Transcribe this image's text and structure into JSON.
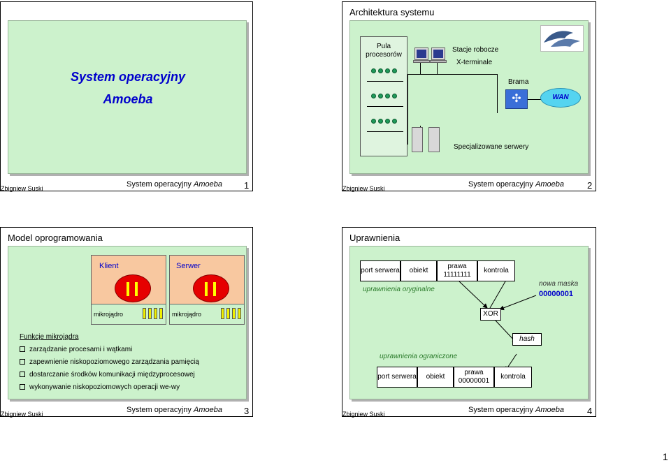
{
  "page_number": "1",
  "footer": {
    "author": "Zbigniew Suski",
    "title_prefix": "System operacyjny",
    "title_emph": "Amoeba"
  },
  "slide1": {
    "title_line1": "System operacyjny",
    "title_line2": "Amoeba",
    "number": "1"
  },
  "slide2": {
    "title": "Architektura systemu",
    "pool_label": "Pula procesorów",
    "workstations": "Stacje robocze",
    "xterminals": "X-terminale",
    "gateway": "Brama",
    "wan": "WAN",
    "servers": "Specjalizowane serwery",
    "number": "2"
  },
  "slide3": {
    "title": "Model oprogramowania",
    "client": "Klient",
    "server": "Serwer",
    "microkernel_left": "mikrojądro",
    "microkernel_right": "mikrojądro",
    "functions_heading": "Funkcje mikrojądra",
    "functions": [
      "zarządzanie procesami i wątkami",
      "zapewnienie niskopoziomowego zarządzania pamięcią",
      "dostarczanie środków komunikacji międzyprocesowej",
      "wykonywanie niskopoziomowych operacji we-wy"
    ],
    "number": "3"
  },
  "slide4": {
    "title": "Uprawnienia",
    "top_row": {
      "port": "port serwera",
      "object": "obiekt",
      "rights_label": "prawa",
      "rights_value": "11111111",
      "check": "kontrola"
    },
    "original_label": "uprawnienia oryginalne",
    "mask_label": "nowa maska",
    "mask_value": "00000001",
    "xor": "XOR",
    "hash": "hash",
    "restricted_label": "uprawnienia ograniczone",
    "bottom_row": {
      "port": "port serwera",
      "object": "obiekt",
      "rights_label": "prawa",
      "rights_value": "00000001",
      "check": "kontrola"
    },
    "number": "4"
  },
  "colors": {
    "panel_green": "#ccf2cc",
    "title_blue": "#0000cc",
    "process_red": "#e60000",
    "kernel_orange": "#f8c8a0",
    "italic_green": "#2a7a2a",
    "mask_blue": "#0000cc"
  }
}
